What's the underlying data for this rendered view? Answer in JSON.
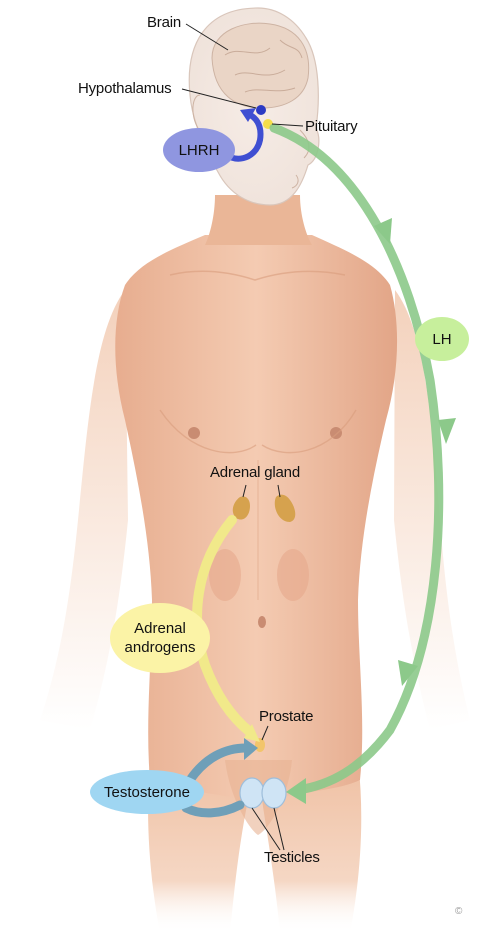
{
  "labels": {
    "brain": "Brain",
    "hypothalamus": "Hypothalamus",
    "pituitary": "Pituitary",
    "lhrh": "LHRH",
    "lh": "LH",
    "adrenal_gland": "Adrenal gland",
    "adrenal_androgens_line1": "Adrenal",
    "adrenal_androgens_line2": "androgens",
    "prostate": "Prostate",
    "testosterone": "Testosterone",
    "testicles": "Testicles",
    "copyright": "©"
  },
  "colors": {
    "skin": "#efbfa1",
    "skin_shadow": "#d99c7d",
    "lhrh_pill": "#8f96e0",
    "lhrh_arrow": "#3f4fd2",
    "lh_pill": "#c7ef9c",
    "lh_arrow": "#8cc98a",
    "androgens_pill": "#fbf3a6",
    "androgens_arrow": "#f1e98a",
    "testosterone_pill": "#9fd6f2",
    "testosterone_arrow": "#6f9fb8",
    "adrenal": "#d6a24e"
  }
}
